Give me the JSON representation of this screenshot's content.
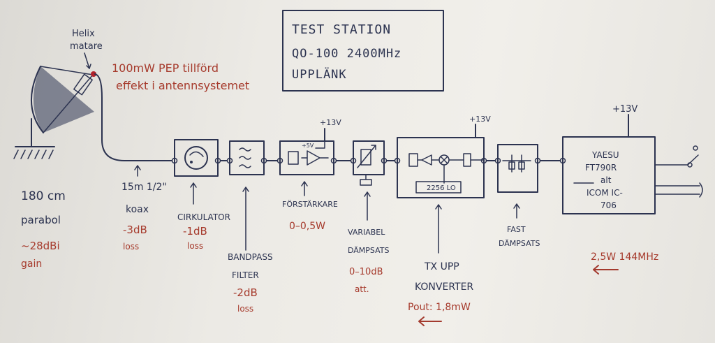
{
  "title_box": {
    "line1": "TEST STATION",
    "line2": "QO-100 2400MHz",
    "line3": "UPPLÄNK"
  },
  "antenna": {
    "feed_label_1": "Helix",
    "feed_label_2": "matare",
    "size": "180 cm",
    "type": "parabol",
    "gain_1": "~28dBi",
    "gain_2": "gain",
    "power_note_1": "100mW PEP tillförd",
    "power_note_2": "effekt i antennsystemet"
  },
  "coax": {
    "length": "15m 1/2\"",
    "type": "koax",
    "loss_db": "-3dB",
    "loss_word": "loss"
  },
  "circulator": {
    "name": "CIRKULATOR",
    "loss_db": "-1dB",
    "loss_word": "loss"
  },
  "bandpass": {
    "name_1": "BANDPASS",
    "name_2": "FILTER",
    "loss_db": "-2dB",
    "loss_word": "loss"
  },
  "preamp": {
    "supply": "+13V",
    "inner_supply": "+5V",
    "name": "FÖRSTÄRKARE",
    "power": "0–0,5W"
  },
  "variable_att": {
    "name_1": "VARIABEL",
    "name_2": "DÄMPSATS",
    "range": "0–10dB",
    "att_word": "att."
  },
  "converter": {
    "supply": "+13V",
    "osc": "2256 LO",
    "name_1": "TX UPP",
    "name_2": "KONVERTER",
    "pout": "Pout: 1,8mW"
  },
  "fixed_att": {
    "name_1": "FAST",
    "name_2": "DÄMPSATS"
  },
  "transceiver": {
    "supply": "+13V",
    "line1": "YAESU",
    "line2": "FT790R",
    "line3": "alt",
    "line4": "ICOM IC-",
    "line5": "706",
    "drive": "2,5W 144MHz"
  }
}
